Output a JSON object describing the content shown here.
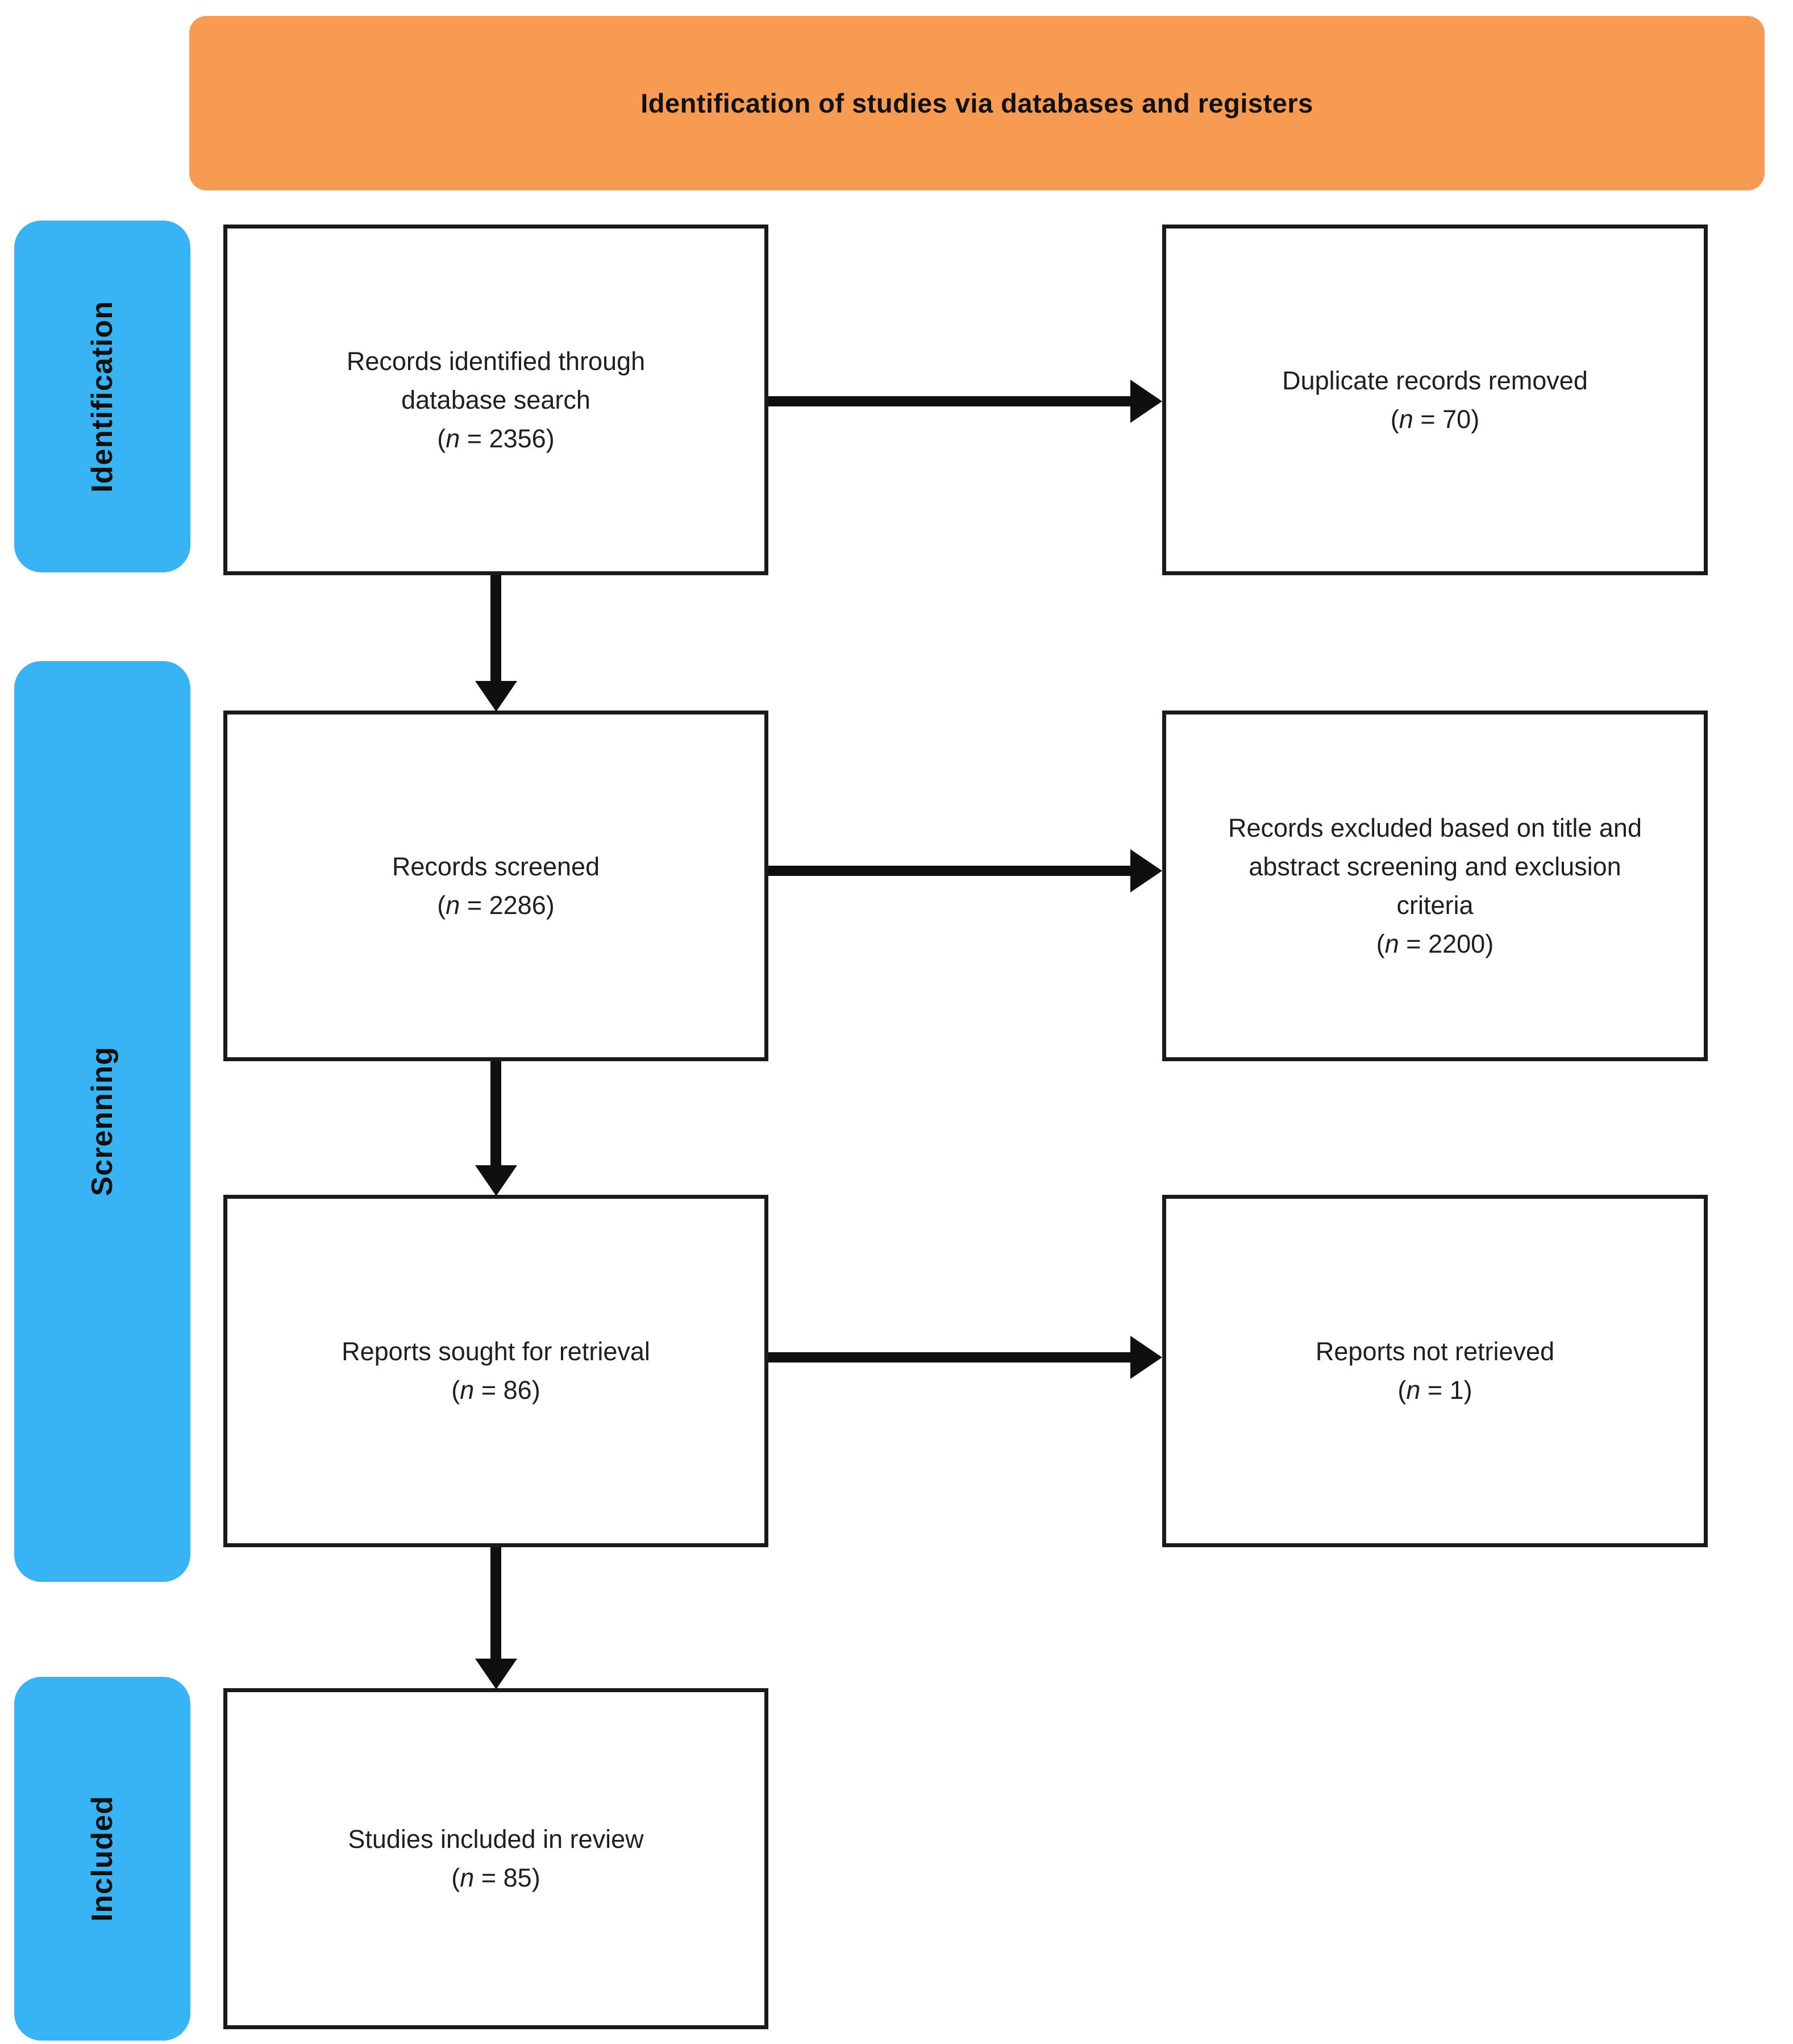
{
  "header": {
    "title": "Identification of studies via databases and registers"
  },
  "colors": {
    "banner_orange": "#F79A52",
    "sidebar_blue": "#38B4F4",
    "box_border": "#1a1a1a",
    "arrow_black": "#0f0f0f",
    "text": "#1f1f1f"
  },
  "sidebar": {
    "items": [
      {
        "label": "Identification"
      },
      {
        "label": "Screnning"
      },
      {
        "label": "Included"
      }
    ]
  },
  "notation": {
    "open": "(",
    "n": "n",
    "eq": " = ",
    "close": ")"
  },
  "boxes": [
    {
      "name": "records-identified",
      "lines": [
        "Records identified through",
        "database search"
      ],
      "n": "2356"
    },
    {
      "name": "duplicate-records-removed",
      "lines": [
        "Duplicate records removed"
      ],
      "n": "70"
    },
    {
      "name": "records-screened",
      "lines": [
        "Records screened"
      ],
      "n": "2286"
    },
    {
      "name": "records-excluded",
      "lines": [
        "Records excluded based on title and",
        "abstract screening and exclusion",
        "criteria"
      ],
      "n": "2200"
    },
    {
      "name": "reports-sought",
      "lines": [
        "Reports sought for retrieval"
      ],
      "n": "86"
    },
    {
      "name": "reports-not-retrieved",
      "lines": [
        "Reports not retrieved"
      ],
      "n": "1"
    },
    {
      "name": "studies-included",
      "lines": [
        "Studies included in review"
      ],
      "n": "85"
    }
  ]
}
